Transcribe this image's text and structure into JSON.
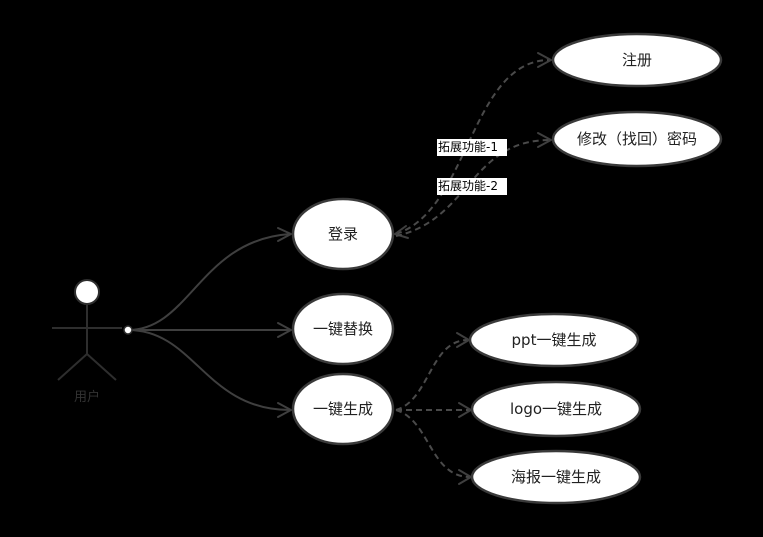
{
  "actor": {
    "label": "用户"
  },
  "nodes": {
    "login": "登录",
    "replace": "一键替换",
    "generate": "一键生成",
    "register": "注册",
    "password": "修改（找回）密码",
    "ppt": "ppt一键生成",
    "logo": "logo一键生成",
    "poster": "海报一键生成"
  },
  "edge_labels": {
    "ext1": "拓展功能-1",
    "ext2": "拓展功能-2"
  }
}
